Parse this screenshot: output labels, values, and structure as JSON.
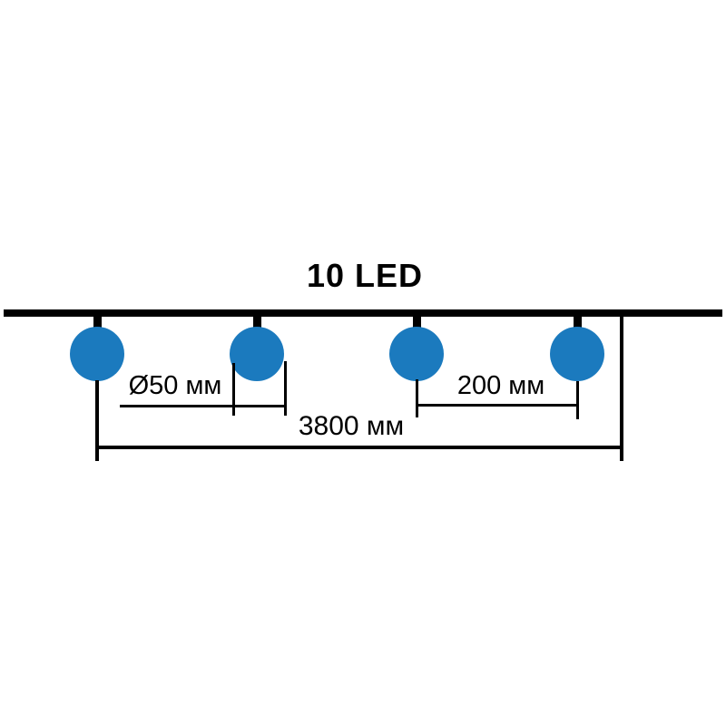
{
  "diagram": {
    "title": "10 LED",
    "visible_bulbs": 4,
    "bulb_color": "#1b7abe",
    "line_color": "#000000",
    "dimensions": {
      "bulb_diameter": "Ø50 мм",
      "bulb_spacing": "200 мм",
      "total_length": "3800 мм"
    }
  }
}
